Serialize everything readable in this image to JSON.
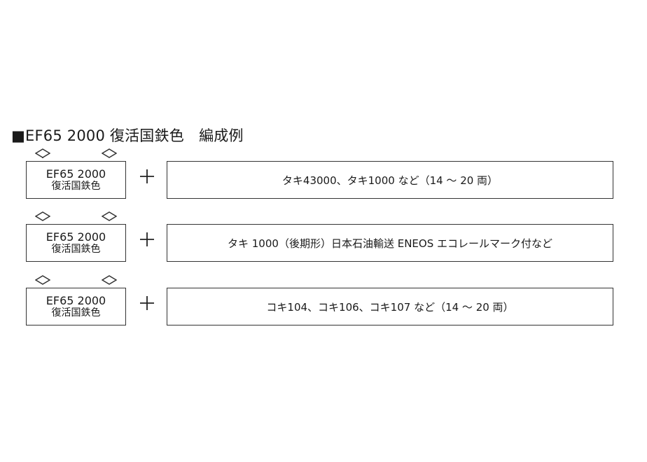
{
  "title": "■EF65 2000 復活国鉄色　編成例",
  "rows": [
    {
      "loco_model": "EF65 2000",
      "loco_color": "復活国鉄色",
      "consist": "タキ43000、タキ1000 など（14 ～ 20 両）"
    },
    {
      "loco_model": "EF65 2000",
      "loco_color": "復活国鉄色",
      "consist": "タキ 1000（後期形）日本石油輸送 ENEOS エコレールマーク付など"
    },
    {
      "loco_model": "EF65 2000",
      "loco_color": "復活国鉄色",
      "consist": "コキ104、コキ106、コキ107 など（14 ～ 20 両）"
    }
  ],
  "colors": {
    "line": "#333333",
    "text": "#1a1a1a",
    "background": "#ffffff"
  },
  "icons": {
    "pantograph": "pantograph-icon",
    "plus": "plus-icon"
  }
}
